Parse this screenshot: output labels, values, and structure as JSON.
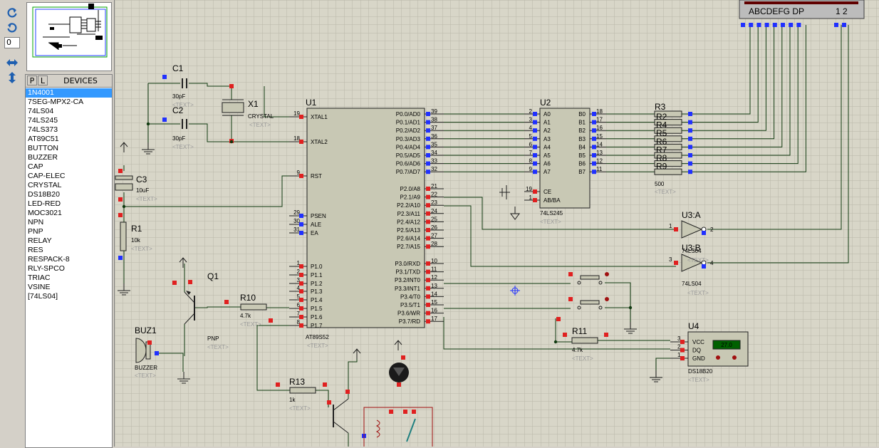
{
  "toolbar": {
    "redo_icon": "redo-icon",
    "undo_icon": "undo-icon",
    "rotate_value": "0",
    "mirror_h_icon": "mirror-horizontal-icon",
    "mirror_v_icon": "mirror-vertical-icon"
  },
  "device_panel": {
    "tab_p": "P",
    "tab_l": "L",
    "title": "DEVICES",
    "items": [
      "1N4001",
      "7SEG-MPX2-CA",
      "74LS04",
      "74LS245",
      "74LS373",
      "AT89C51",
      "BUTTON",
      "BUZZER",
      "CAP",
      "CAP-ELEC",
      "CRYSTAL",
      "DS18B20",
      "LED-RED",
      "MOC3021",
      "NPN",
      "PNP",
      "RELAY",
      "RES",
      "RESPACK-8",
      "RLY-SPCO",
      "TRIAC",
      "VSINE",
      "[74LS04]"
    ],
    "selected": "1N4001"
  },
  "schematic": {
    "text_placeholder": "<TEXT>",
    "c1": {
      "ref": "C1",
      "value": "30pF"
    },
    "c2": {
      "ref": "C2",
      "value": "30pF"
    },
    "c3": {
      "ref": "C3",
      "value": "10uF"
    },
    "x1": {
      "ref": "X1",
      "value": "CRYSTAL"
    },
    "r1": {
      "ref": "R1",
      "value": "10k"
    },
    "r10": {
      "ref": "R10",
      "value": "4.7k"
    },
    "r11": {
      "ref": "R11",
      "value": "4.7k"
    },
    "r13": {
      "ref": "R13",
      "value": "1k"
    },
    "rp": {
      "ref": "R3",
      "extra_refs": [
        "R2",
        "R4",
        "R5",
        "R6",
        "R7",
        "R8",
        "R9"
      ],
      "value": "500"
    },
    "q1": {
      "ref": "Q1",
      "value": "PNP"
    },
    "buz1": {
      "ref": "BUZ1",
      "value": "BUZZER"
    },
    "u1": {
      "ref": "U1",
      "value": "AT89S52",
      "left_pins": [
        {
          "num": "19",
          "name": "XTAL1"
        },
        {
          "num": "18",
          "name": "XTAL2"
        },
        {
          "num": "9",
          "name": "RST"
        },
        {
          "num": "29",
          "name": "PSEN"
        },
        {
          "num": "30",
          "name": "ALE"
        },
        {
          "num": "31",
          "name": "EA"
        },
        {
          "num": "1",
          "name": "P1.0"
        },
        {
          "num": "2",
          "name": "P1.1"
        },
        {
          "num": "3",
          "name": "P1.2"
        },
        {
          "num": "4",
          "name": "P1.3"
        },
        {
          "num": "5",
          "name": "P1.4"
        },
        {
          "num": "6",
          "name": "P1.5"
        },
        {
          "num": "7",
          "name": "P1.6"
        },
        {
          "num": "8",
          "name": "P1.7"
        }
      ],
      "p0_pins": [
        {
          "num": "39",
          "name": "P0.0/AD0"
        },
        {
          "num": "38",
          "name": "P0.1/AD1"
        },
        {
          "num": "37",
          "name": "P0.2/AD2"
        },
        {
          "num": "36",
          "name": "P0.3/AD3"
        },
        {
          "num": "35",
          "name": "P0.4/AD4"
        },
        {
          "num": "34",
          "name": "P0.5/AD5"
        },
        {
          "num": "33",
          "name": "P0.6/AD6"
        },
        {
          "num": "32",
          "name": "P0.7/AD7"
        }
      ],
      "p2_pins": [
        {
          "num": "21",
          "name": "P2.0/A8"
        },
        {
          "num": "22",
          "name": "P2.1/A9"
        },
        {
          "num": "23",
          "name": "P2.2/A10"
        },
        {
          "num": "24",
          "name": "P2.3/A11"
        },
        {
          "num": "25",
          "name": "P2.4/A12"
        },
        {
          "num": "26",
          "name": "P2.5/A13"
        },
        {
          "num": "27",
          "name": "P2.6/A14"
        },
        {
          "num": "28",
          "name": "P2.7/A15"
        }
      ],
      "p3_pins": [
        {
          "num": "10",
          "name": "P3.0/RXD"
        },
        {
          "num": "11",
          "name": "P3.1/TXD"
        },
        {
          "num": "12",
          "name": "P3.2/INT0"
        },
        {
          "num": "13",
          "name": "P3.3/INT1"
        },
        {
          "num": "14",
          "name": "P3.4/T0"
        },
        {
          "num": "15",
          "name": "P3.5/T1"
        },
        {
          "num": "16",
          "name": "P3.6/WR"
        },
        {
          "num": "17",
          "name": "P3.7/RD"
        }
      ]
    },
    "u2": {
      "ref": "U2",
      "value": "74LS245",
      "a_pins": [
        {
          "num": "2",
          "name": "A0"
        },
        {
          "num": "3",
          "name": "A1"
        },
        {
          "num": "4",
          "name": "A2"
        },
        {
          "num": "5",
          "name": "A3"
        },
        {
          "num": "6",
          "name": "A4"
        },
        {
          "num": "7",
          "name": "A5"
        },
        {
          "num": "8",
          "name": "A6"
        },
        {
          "num": "9",
          "name": "A7"
        }
      ],
      "b_pins": [
        {
          "num": "18",
          "name": "B0"
        },
        {
          "num": "17",
          "name": "B1"
        },
        {
          "num": "16",
          "name": "B2"
        },
        {
          "num": "15",
          "name": "B3"
        },
        {
          "num": "14",
          "name": "B4"
        },
        {
          "num": "13",
          "name": "B5"
        },
        {
          "num": "12",
          "name": "B6"
        },
        {
          "num": "11",
          "name": "B7"
        }
      ],
      "ctrl_pins": [
        {
          "num": "19",
          "name": "CE"
        },
        {
          "num": "1",
          "name": "AB/BA"
        }
      ]
    },
    "u3a": {
      "ref": "U3:A",
      "value": "74LS04",
      "in": "1",
      "out": "2"
    },
    "u3b": {
      "ref": "U3:B",
      "value": "74LS04",
      "in": "3",
      "out": "4"
    },
    "u4": {
      "ref": "U4",
      "value": "DS18B20",
      "reading": "27.0",
      "pins": [
        {
          "num": "3",
          "name": "VCC"
        },
        {
          "num": "2",
          "name": "DQ"
        },
        {
          "num": "1",
          "name": "GND"
        }
      ]
    },
    "display": {
      "segments": "ABCDEFG DP",
      "digits": "1 2"
    }
  }
}
